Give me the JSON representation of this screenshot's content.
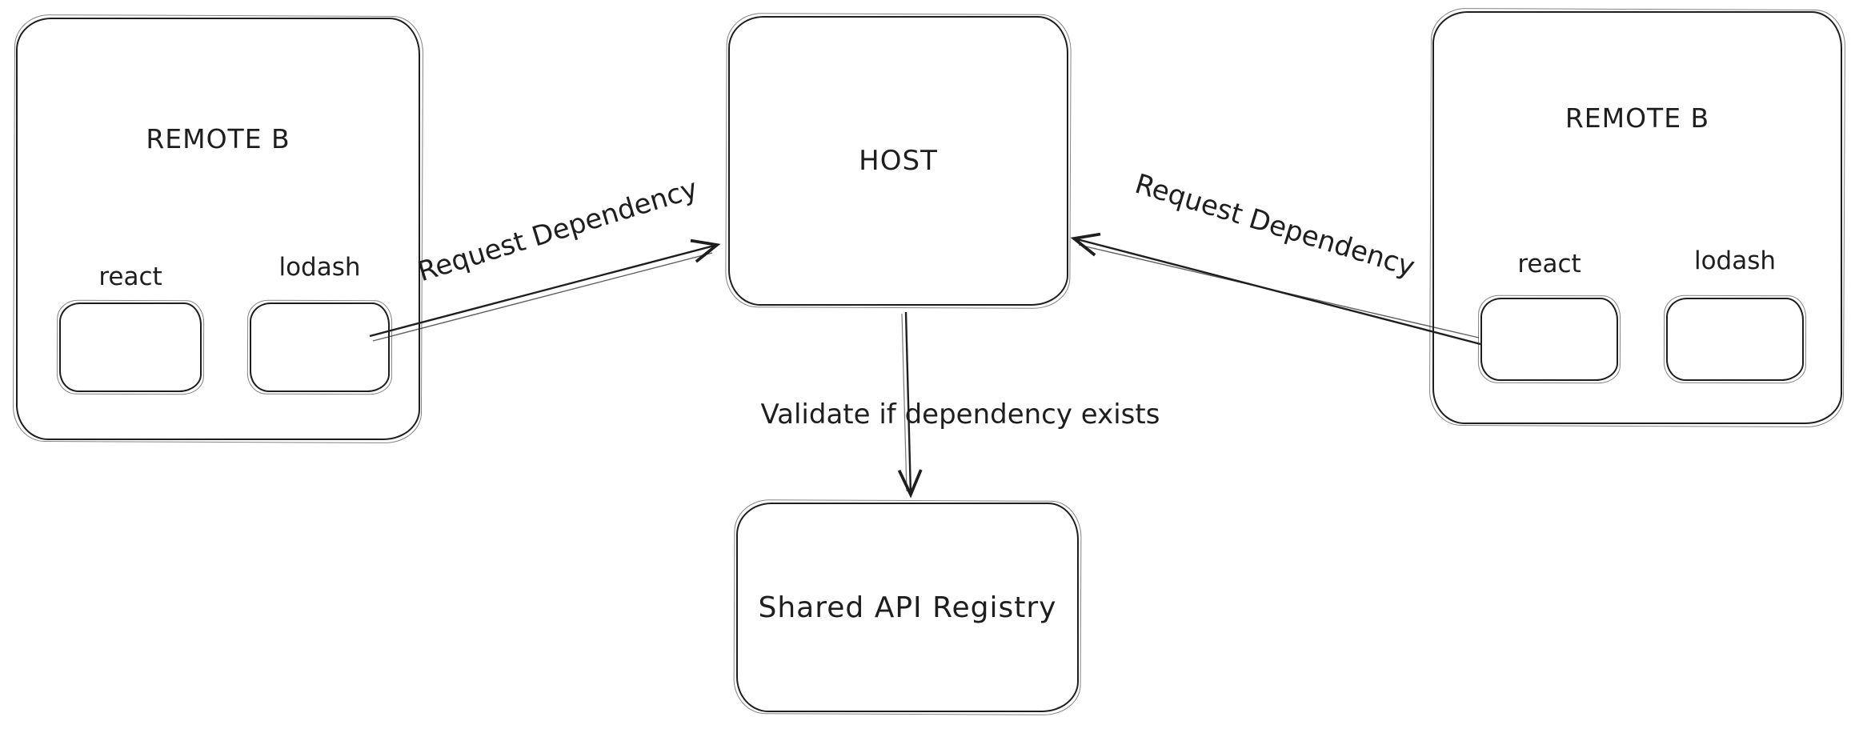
{
  "diagram": {
    "nodes": {
      "remote_left": {
        "label": "REMOTE B"
      },
      "remote_left_react": {
        "label": "react"
      },
      "remote_left_lodash": {
        "label": "lodash"
      },
      "host": {
        "label": "HOST"
      },
      "remote_right": {
        "label": "REMOTE B"
      },
      "remote_right_react": {
        "label": "react"
      },
      "remote_right_lodash": {
        "label": "lodash"
      },
      "registry": {
        "label": "Shared API Registry"
      }
    },
    "edges": {
      "left_to_host": {
        "label": "Request Dependency"
      },
      "right_to_host": {
        "label": "Request Dependency"
      },
      "host_to_registry": {
        "label": "Validate if dependency exists"
      }
    },
    "colors": {
      "stroke": "#1e1e1e",
      "background": "#ffffff"
    }
  }
}
